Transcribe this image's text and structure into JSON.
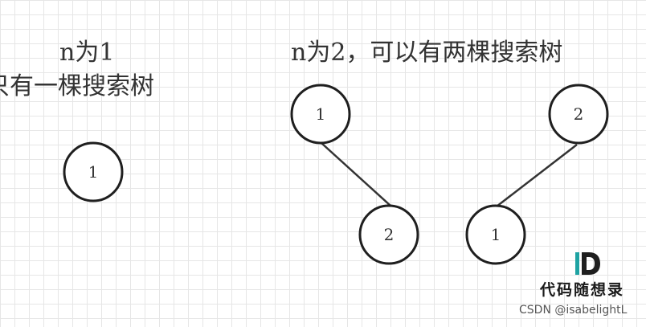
{
  "left_panel": {
    "title": "n为1",
    "subtitle": "只有一棵搜索树",
    "tree": {
      "root": "1"
    }
  },
  "right_panel": {
    "title": "n为2，可以有两棵搜索树",
    "trees": [
      {
        "root": "1",
        "child": "2"
      },
      {
        "root": "2",
        "child": "1"
      }
    ]
  },
  "watermark": {
    "name": "代码随想录",
    "credit": "CSDN @isabelightL"
  },
  "colors": {
    "node_stroke": "#1f1f1f",
    "edge": "#333333",
    "text": "#333333",
    "logo_dark": "#1f1f1f",
    "logo_teal": "#1ea3a3"
  }
}
